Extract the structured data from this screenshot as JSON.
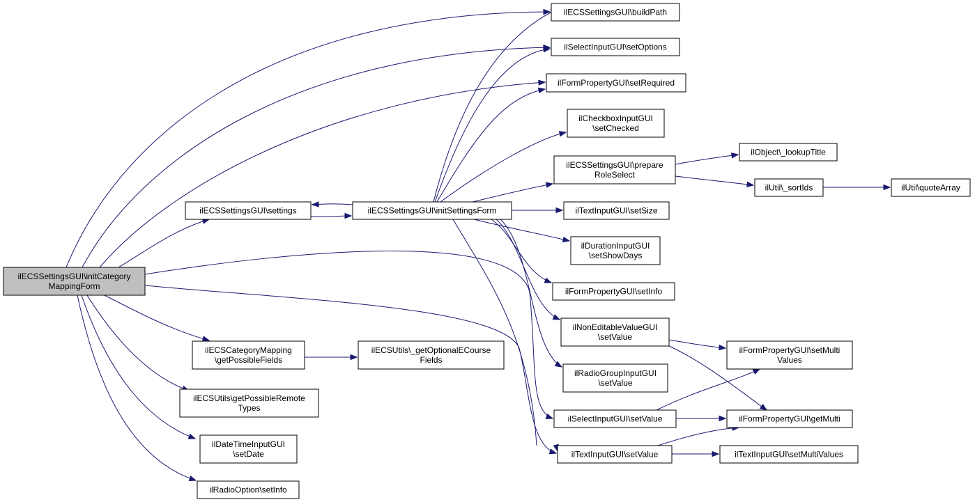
{
  "graph": {
    "colors": {
      "edge": "#191970",
      "root_fill": "#bfbfbf",
      "node_fill": "#ffffff",
      "node_border": "#000000"
    },
    "nodes": [
      {
        "id": "root",
        "lines": [
          "ilECSSettingsGUI\\initCategory",
          "MappingForm"
        ]
      },
      {
        "id": "buildPath",
        "lines": [
          "ilECSSettingsGUI\\buildPath"
        ]
      },
      {
        "id": "setOptions",
        "lines": [
          "ilSelectInputGUI\\setOptions"
        ]
      },
      {
        "id": "setRequired",
        "lines": [
          "ilFormPropertyGUI\\setRequired"
        ]
      },
      {
        "id": "setChecked",
        "lines": [
          "ilCheckboxInputGUI",
          "\\setChecked"
        ]
      },
      {
        "id": "prepareRoleSelect",
        "lines": [
          "ilECSSettingsGUI\\prepare",
          "RoleSelect"
        ]
      },
      {
        "id": "lookupTitle",
        "lines": [
          "ilObject\\_lookupTitle"
        ]
      },
      {
        "id": "sortIds",
        "lines": [
          "ilUtil\\_sortIds"
        ]
      },
      {
        "id": "quoteArray",
        "lines": [
          "ilUtil\\quoteArray"
        ]
      },
      {
        "id": "settings",
        "lines": [
          "ilECSSettingsGUI\\settings"
        ]
      },
      {
        "id": "initSettingsForm",
        "lines": [
          "ilECSSettingsGUI\\initSettingsForm"
        ]
      },
      {
        "id": "setSize",
        "lines": [
          "ilTextInputGUI\\setSize"
        ]
      },
      {
        "id": "setShowDays",
        "lines": [
          "ilDurationInputGUI",
          "\\setShowDays"
        ]
      },
      {
        "id": "setInfoForm",
        "lines": [
          "ilFormPropertyGUI\\setInfo"
        ]
      },
      {
        "id": "nonEditableSetValue",
        "lines": [
          "ilNonEditableValueGUI",
          "\\setValue"
        ]
      },
      {
        "id": "setMultiValuesForm",
        "lines": [
          "ilFormPropertyGUI\\setMulti",
          "Values"
        ]
      },
      {
        "id": "getPossibleFields",
        "lines": [
          "ilECSCategoryMapping",
          "\\getPossibleFields"
        ]
      },
      {
        "id": "getOptionalECourseFields",
        "lines": [
          "ilECSUtils\\_getOptionalECourse",
          "Fields"
        ]
      },
      {
        "id": "radioGroupSetValue",
        "lines": [
          "ilRadioGroupInputGUI",
          "\\setValue"
        ]
      },
      {
        "id": "getPossibleRemoteTypes",
        "lines": [
          "ilECSUtils\\getPossibleRemote",
          "Types"
        ]
      },
      {
        "id": "selectSetValue",
        "lines": [
          "ilSelectInputGUI\\setValue"
        ]
      },
      {
        "id": "getMulti",
        "lines": [
          "ilFormPropertyGUI\\getMulti"
        ]
      },
      {
        "id": "setDate",
        "lines": [
          "ilDateTimeInputGUI",
          "\\setDate"
        ]
      },
      {
        "id": "textSetValue",
        "lines": [
          "ilTextInputGUI\\setValue"
        ]
      },
      {
        "id": "textSetMultiValues",
        "lines": [
          "ilTextInputGUI\\setMultiValues"
        ]
      },
      {
        "id": "radioOptionSetInfo",
        "lines": [
          "ilRadioOption\\setInfo"
        ]
      }
    ]
  }
}
